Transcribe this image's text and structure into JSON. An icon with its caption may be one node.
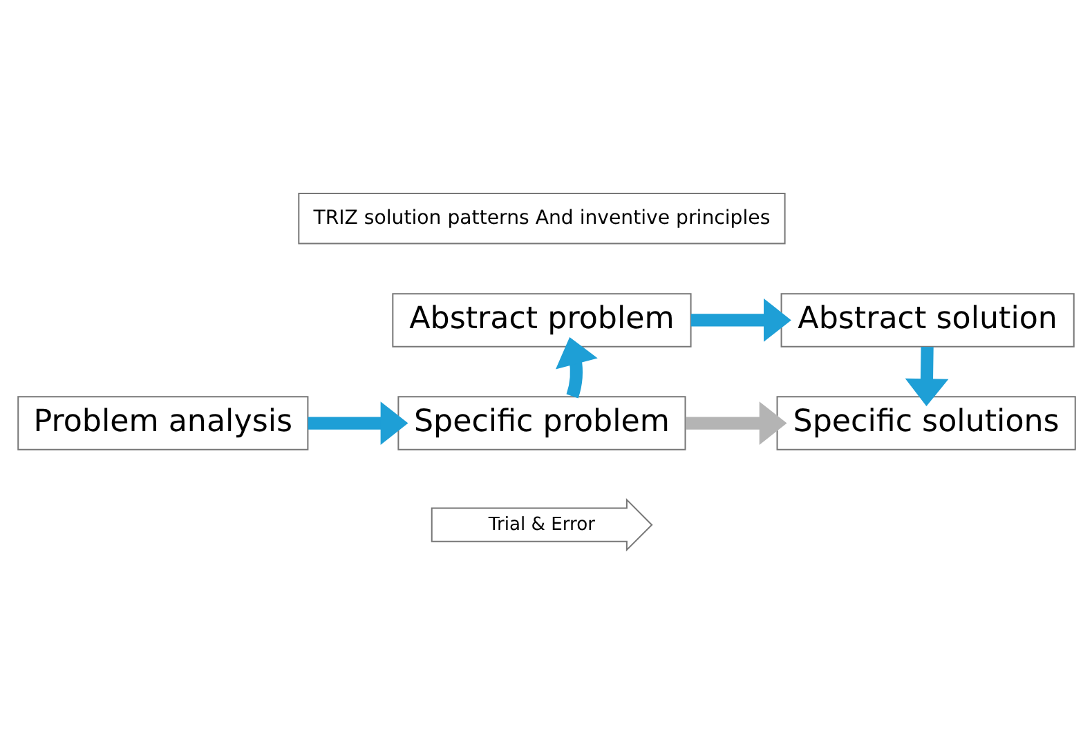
{
  "diagram": {
    "nodes": [
      {
        "text": [
          "TRIZ solution patterns And inventive principles"
        ]
      },
      {
        "text": [
          "Abstract problem"
        ]
      },
      {
        "text": [
          "Abstract solution"
        ]
      },
      {
        "text": [
          "Problem analysis"
        ]
      },
      {
        "text": [
          "Specific problem"
        ]
      },
      {
        "text": [
          "Specific solutions"
        ]
      },
      {
        "text": [
          "Trial & Error"
        ]
      }
    ],
    "edges": [
      {
        "from": 3,
        "to": 4,
        "arrow": "to"
      },
      {
        "from": 4,
        "to": 1,
        "arrow": "to"
      },
      {
        "from": 1,
        "to": 2,
        "arrow": "to"
      },
      {
        "from": 2,
        "to": 5,
        "arrow": "to"
      },
      {
        "from": 4,
        "to": 5,
        "arrow": "to",
        "color": "#b4b4b4"
      }
    ]
  }
}
